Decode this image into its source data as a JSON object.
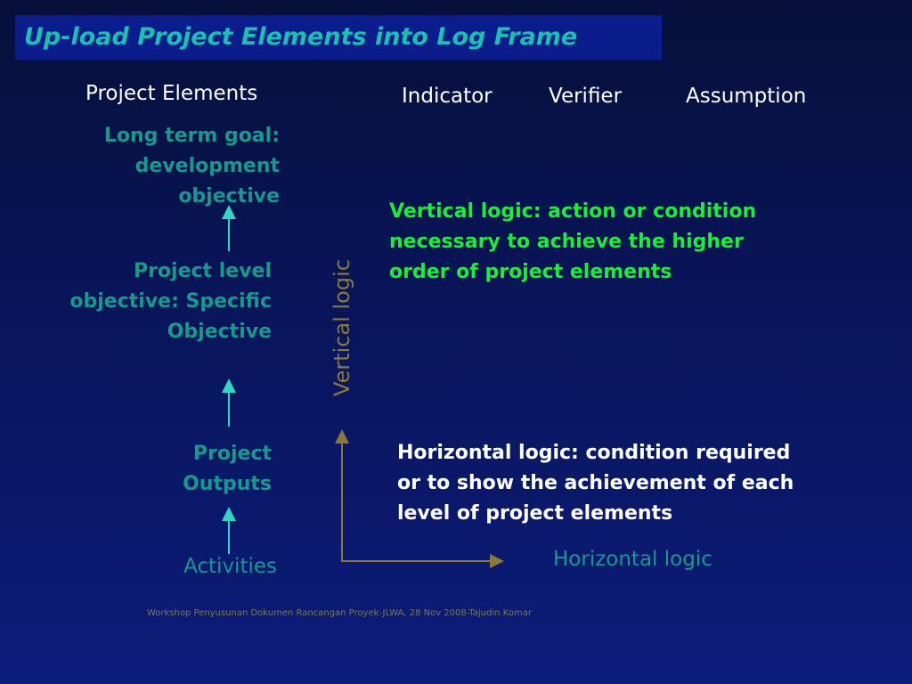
{
  "title": "Up-load Project Elements into Log Frame",
  "headers": {
    "project_elements": "Project Elements",
    "indicator": "Indicator",
    "verifier": "Verifier",
    "assumption": "Assumption"
  },
  "elements": {
    "goal_line1": "Long term goal:",
    "goal_line2": "development",
    "goal_line3": "objective",
    "project_level_line1": "Project level",
    "project_level_line2": "objective: Specific",
    "project_level_line3": "Objective",
    "outputs_line1": "Project",
    "outputs_line2": "Outputs",
    "activities": "Activities"
  },
  "axes": {
    "vertical_logic": "Vertical logic",
    "horizontal_logic": "Horizontal logic"
  },
  "notes": {
    "vertical_line1": "Vertical logic: action or condition",
    "vertical_line2": "necessary to achieve the higher",
    "vertical_line3": "order of project elements",
    "horizontal_line1": "Horizontal logic: condition required",
    "horizontal_line2": "or to show the achievement of each",
    "horizontal_line3": "level of project elements"
  },
  "footer": "Workshop Penyusunan Dokumen Rancangan Proyek-JLWA, 28 Nov 2008-Tajudin Komar",
  "colors": {
    "title": "#16c2b0",
    "elements": "#169a8c",
    "vertical_note": "#19ee3a",
    "axis_arrow": "#8a7a36"
  }
}
